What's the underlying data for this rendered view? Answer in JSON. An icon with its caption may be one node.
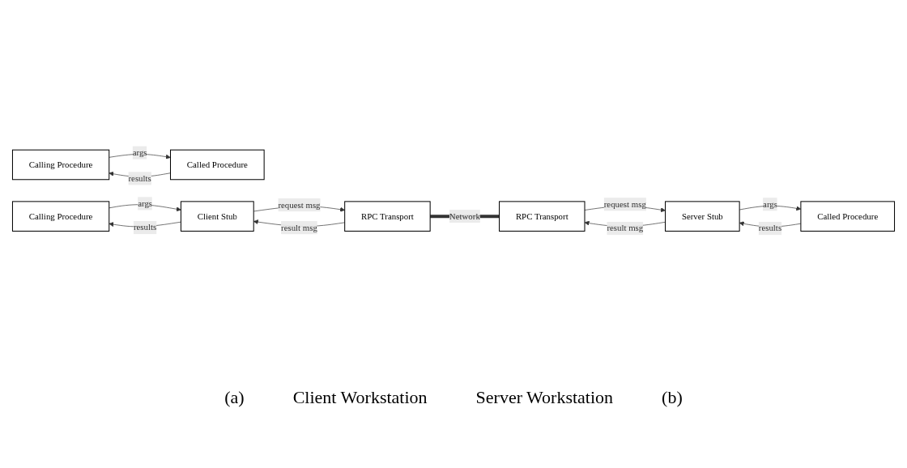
{
  "diagram": {
    "nodes": [
      {
        "text": [
          "Calling Procedure"
        ]
      },
      {
        "text": [
          "Called Procedure"
        ]
      },
      {
        "text": [
          "Calling Procedure"
        ]
      },
      {
        "text": [
          "Client Stub"
        ]
      },
      {
        "text": [
          "RPC Transport"
        ]
      },
      {
        "text": [
          "RPC Transport"
        ]
      },
      {
        "text": [
          "Server Stub"
        ]
      },
      {
        "text": [
          "Called Procedure"
        ]
      }
    ],
    "edges": [
      {
        "from": 0,
        "to": 1,
        "arrow": "to",
        "label": "args"
      },
      {
        "from": 1,
        "to": 0,
        "arrow": "to",
        "label": "results"
      },
      {
        "from": 2,
        "to": 3,
        "arrow": "to",
        "label": "args"
      },
      {
        "from": 3,
        "to": 2,
        "arrow": "to",
        "label": "results"
      },
      {
        "from": 3,
        "to": 4,
        "arrow": "to",
        "label": "request msg"
      },
      {
        "from": 4,
        "to": 3,
        "arrow": "to",
        "label": "result msg"
      },
      {
        "from": 4,
        "to": 5,
        "arrow": "none",
        "label": "Network",
        "style": "thick"
      },
      {
        "from": 5,
        "to": 6,
        "arrow": "to",
        "label": "request msg"
      },
      {
        "from": 6,
        "to": 5,
        "arrow": "to",
        "label": "result msg"
      },
      {
        "from": 6,
        "to": 7,
        "arrow": "to",
        "label": "args"
      },
      {
        "from": 7,
        "to": 6,
        "arrow": "to",
        "label": "results"
      }
    ],
    "labels": [
      "(a)",
      "Client Workstation",
      "Server Workstation",
      "(b)"
    ]
  }
}
